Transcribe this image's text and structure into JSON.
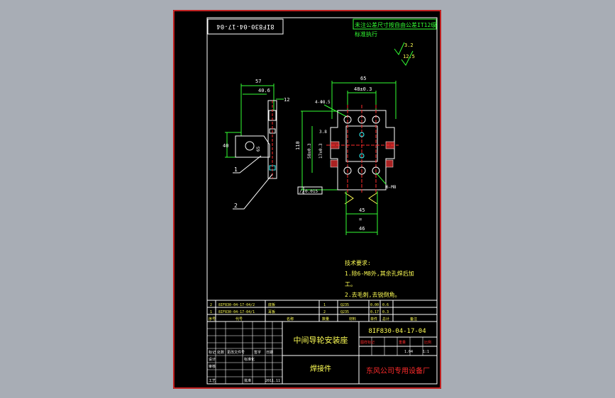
{
  "drawing": {
    "code_box": "8IF830-04-17-04",
    "unspecified_note": "未注公差尺寸按自由公差IT12级",
    "exec_note": "标准执行",
    "roughness_1": "3.2",
    "roughness_2": "12.5",
    "dims": {
      "d57": "57",
      "d40_6": "40.6",
      "d12": "12",
      "d40": "40",
      "d65": "65",
      "d48_3": "48±0.3",
      "d110": "110",
      "holes": "4-Φ8.5",
      "d58_3": "58±0.3",
      "d3_8": "3.8",
      "d17_3": "17±0.3",
      "d6_8": "6-M8",
      "d45": "45",
      "d46": "46",
      "tol": "0.015",
      "tol_sym": "="
    },
    "leaders": [
      "1",
      "2"
    ],
    "tech_title": "技术要求:",
    "tech_lines": [
      "1.除6-M8外,其余孔焊后加",
      "工。",
      "2.去毛刺,去锐倒角。"
    ],
    "bom": [
      {
        "no": "2",
        "code": "8IF830-04-17-04/2",
        "name": "底板",
        "qty": "1",
        "mat": "Q235",
        "w1": "0.00",
        "w2": "0.6"
      },
      {
        "no": "1",
        "code": "8IF830-04-17-04/1",
        "name": "耳板",
        "qty": "2",
        "mat": "Q235",
        "w1": "0.17",
        "w2": "0.3"
      }
    ],
    "bom_header": {
      "no": "序号",
      "code": "代号",
      "name": "名称",
      "qty": "数量",
      "mat": "材料",
      "w1": "单件",
      "w2": "总计",
      "note": "备注"
    },
    "title": "中间导轮安装座",
    "drawing_no": "8IF830-04-17-04",
    "part_type": "焊接件",
    "company": "东风公司专用设备厂",
    "stage_label": "图样标记",
    "weight_label": "重量",
    "scale_label": "比例",
    "weight": "1.04",
    "scale": "1:1",
    "sign_labels": [
      "标记",
      "处数",
      "更改文件号",
      "签字",
      "日期"
    ],
    "roles": [
      "设计",
      "审核",
      "工艺"
    ],
    "role_extra": [
      "标准化",
      "批准"
    ],
    "date_field": "2011.11"
  },
  "colors": {
    "frame": "#ffffff",
    "red": "#ff2b2b",
    "green": "#33ff33",
    "cyan": "#33ffff",
    "yellow": "#ffff55",
    "hatch": "#ff4444"
  }
}
